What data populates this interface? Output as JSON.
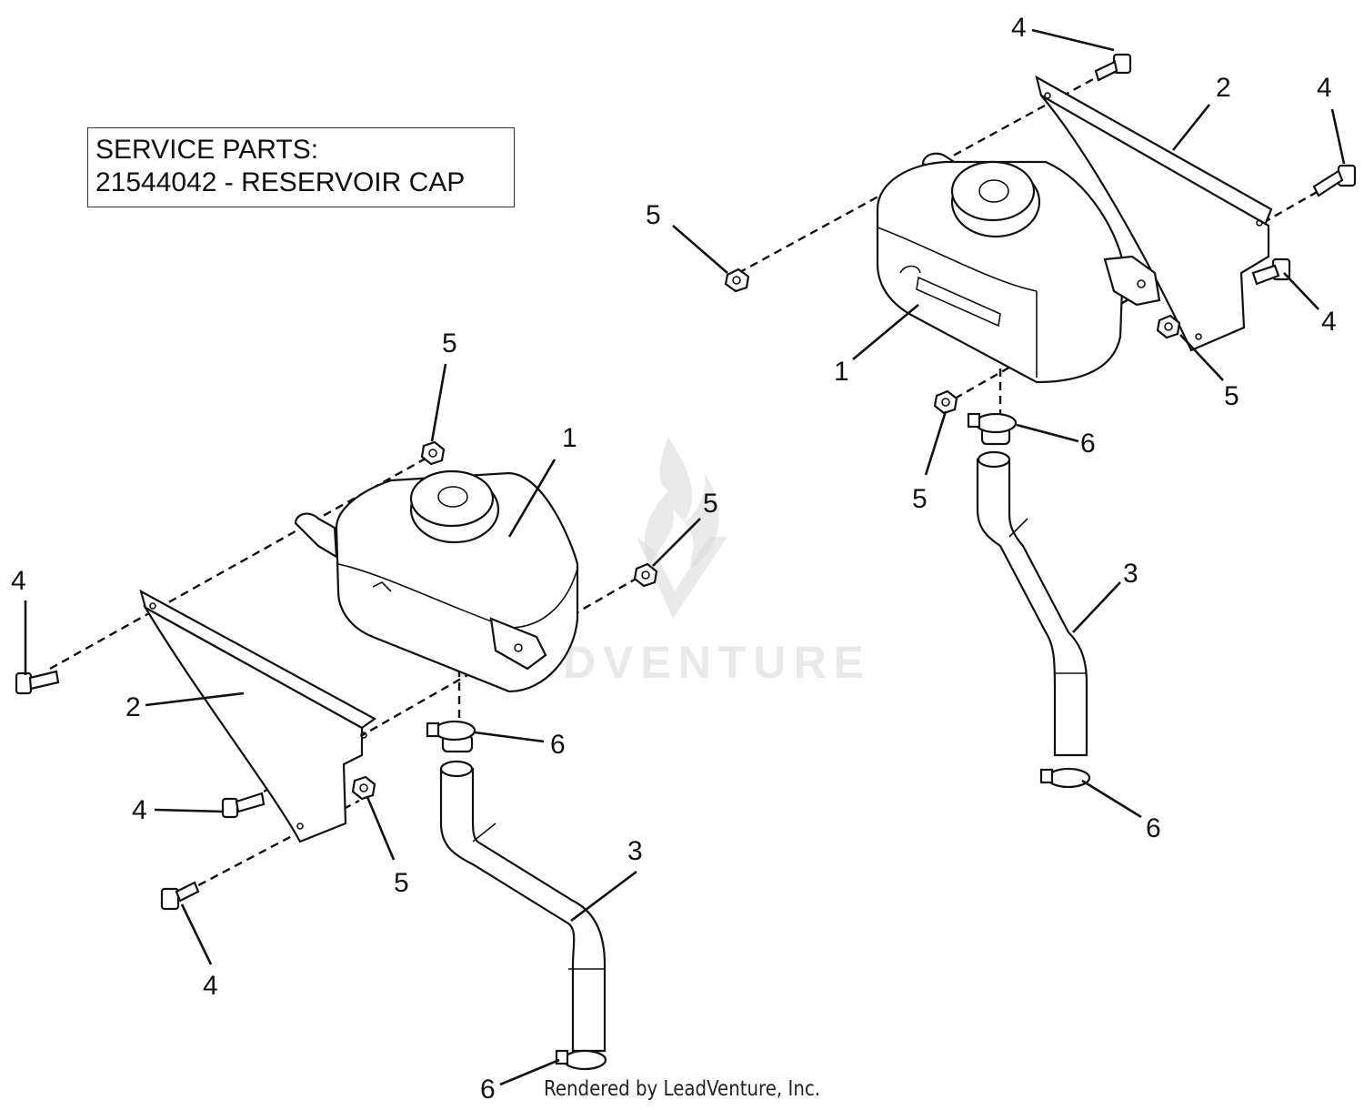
{
  "service_box": {
    "line1": "SERVICE PARTS:",
    "line2": "21544042 - RESERVOIR CAP"
  },
  "watermark": "LEADVENTURE",
  "footer": "Rendered by LeadVenture, Inc.",
  "callouts": {
    "left_tank": "1",
    "left_bracket": "2",
    "left_hose": "3",
    "left_bolt_a": "4",
    "left_bolt_b": "4",
    "left_bolt_c": "4",
    "left_nut_top": "5",
    "left_nut_right": "5",
    "left_nut_bottom": "5",
    "left_clamp_top": "6",
    "left_clamp_bottom": "6",
    "right_tank": "1",
    "right_bracket": "2",
    "right_hose": "3",
    "right_bolt_top": "4",
    "right_bolt_right": "4",
    "right_bolt_lower": "4",
    "right_nut_left": "5",
    "right_nut_right": "5",
    "right_nut_bottom": "5",
    "right_clamp_top": "6",
    "right_clamp_bottom": "6"
  }
}
